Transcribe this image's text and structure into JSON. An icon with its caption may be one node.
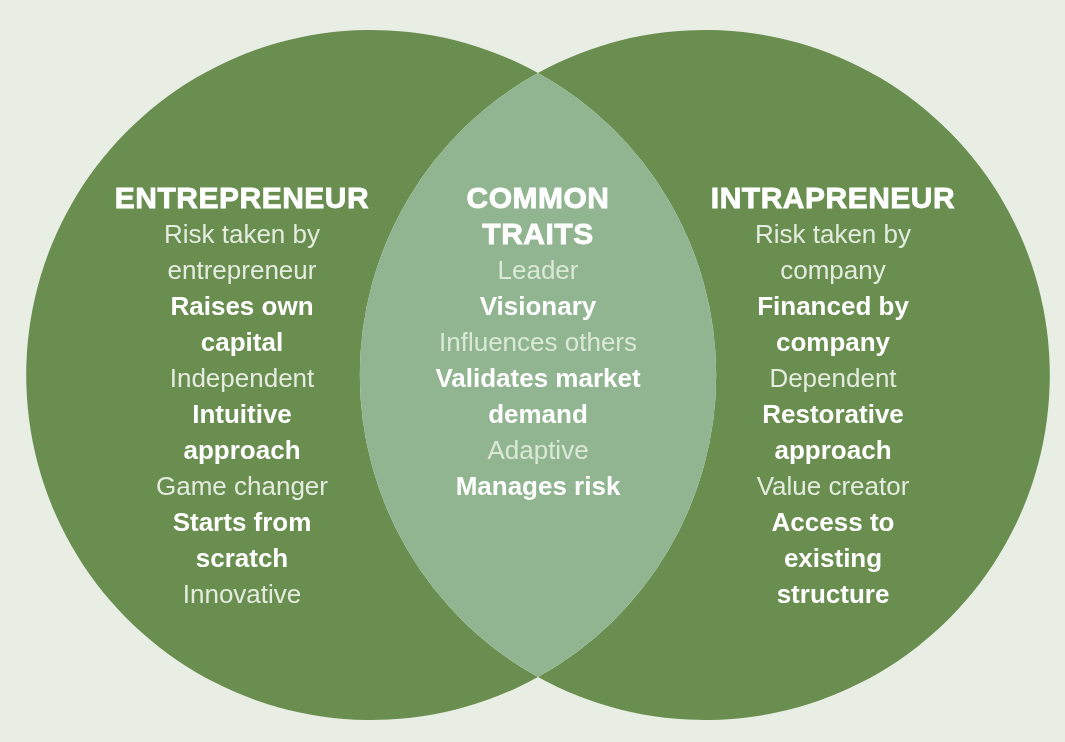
{
  "diagram": {
    "nodes": [
      {
        "text": [
          "ENTREPRENEUR",
          "Risk taken by entrepreneur",
          "Raises own capital",
          "Independent",
          "Intuitive approach",
          "Game changer",
          "Starts from scratch",
          "Innovative"
        ]
      },
      {
        "text": [
          "COMMON TRAITS",
          "Leader",
          "Visionary",
          "Influences others",
          "Validates market demand",
          "Adaptive",
          "Manages risk"
        ]
      },
      {
        "text": [
          "INTRAPRENEUR",
          "Risk taken by company",
          "Financed by company",
          "Dependent",
          "Restorative approach",
          "Value creator",
          "Access to existing structure"
        ]
      }
    ]
  }
}
